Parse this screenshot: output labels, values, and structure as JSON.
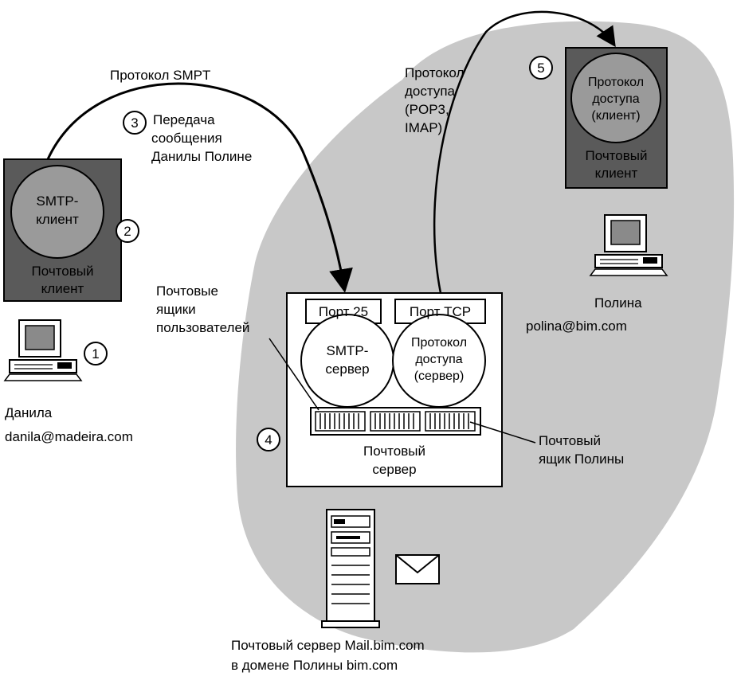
{
  "colors": {
    "blob": "#c8c8c8",
    "client_box": "#5a5a5a",
    "client_circle": "#9a9a9a",
    "server_box": "#ffffff",
    "ink": "#000000"
  },
  "labels": {
    "protocol_smtp": "Протокол SMPT",
    "transfer_line1": "Передача",
    "transfer_line2": "сообщения",
    "transfer_line3": "Данилы Полине",
    "access_protocol_line1": "Протокол",
    "access_protocol_line2": "доступа",
    "access_protocol_line3": "(POP3,",
    "access_protocol_line4": "IMAP)",
    "mailboxes_line1": "Почтовые",
    "mailboxes_line2": "ящики",
    "mailboxes_line3": "пользователей",
    "polina_mailbox_line1": "Почтовый",
    "polina_mailbox_line2": "ящик Полины"
  },
  "steps": [
    "1",
    "2",
    "3",
    "4",
    "5"
  ],
  "smtp_client": {
    "circle_line1": "SMTP-",
    "circle_line2": "клиент",
    "caption_line1": "Почтовый",
    "caption_line2": "клиент"
  },
  "access_client": {
    "circle_line1": "Протокол",
    "circle_line2": "доступа",
    "circle_line3": "(клиент)",
    "caption_line1": "Почтовый",
    "caption_line2": "клиент"
  },
  "server": {
    "port25": "Порт 25",
    "port_tcp": "Порт TCP",
    "smtp_line1": "SMTP-",
    "smtp_line2": "сервер",
    "access_line1": "Протокол",
    "access_line2": "доступа",
    "access_line3": "(сервер)",
    "caption_line1": "Почтовый",
    "caption_line2": "сервер"
  },
  "users": {
    "danila_name": "Данила",
    "danila_email": "danila@madeira.com",
    "polina_name": "Полина",
    "polina_email": "polina@bim.com"
  },
  "footer": {
    "line1": "Почтовый сервер Mail.bim.com",
    "line2": "в домене Полины bim.com"
  },
  "icons": [
    "desktop-computer-icon",
    "server-tower-icon",
    "envelope-icon"
  ]
}
